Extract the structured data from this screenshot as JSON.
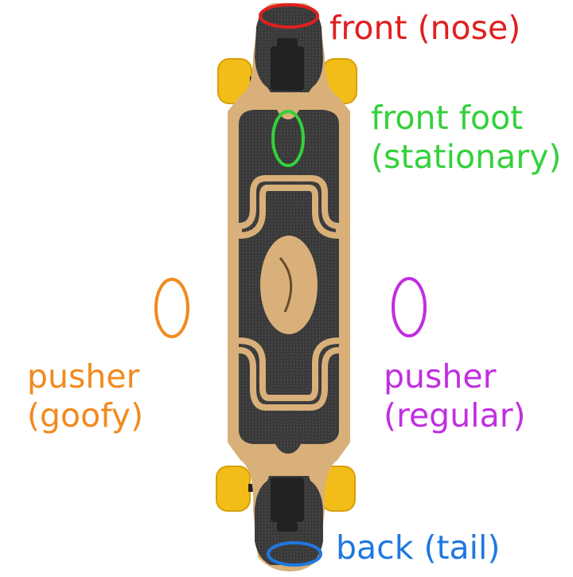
{
  "colors": {
    "front": "#e0201f",
    "front_foot": "#33d13a",
    "goofy": "#f28a1e",
    "regular": "#c12ee0",
    "back": "#1f78e0",
    "wheel": "#f2bd18",
    "wheel_shade": "#d89f0c",
    "griptape": "#3c3c3c",
    "wood": "#d9b07a",
    "wood_dark": "#b8884e",
    "truck": "#222222"
  },
  "icons": {
    "deck": "longboard-deck-icon",
    "logo": "deck-logo-icon"
  },
  "labels": {
    "front": [
      "front (nose)"
    ],
    "front_foot": [
      "front foot",
      "(stationary)"
    ],
    "goofy": [
      "pusher",
      "(goofy)"
    ],
    "regular": [
      "pusher",
      "(regular)"
    ],
    "back": [
      "back (tail)"
    ]
  }
}
